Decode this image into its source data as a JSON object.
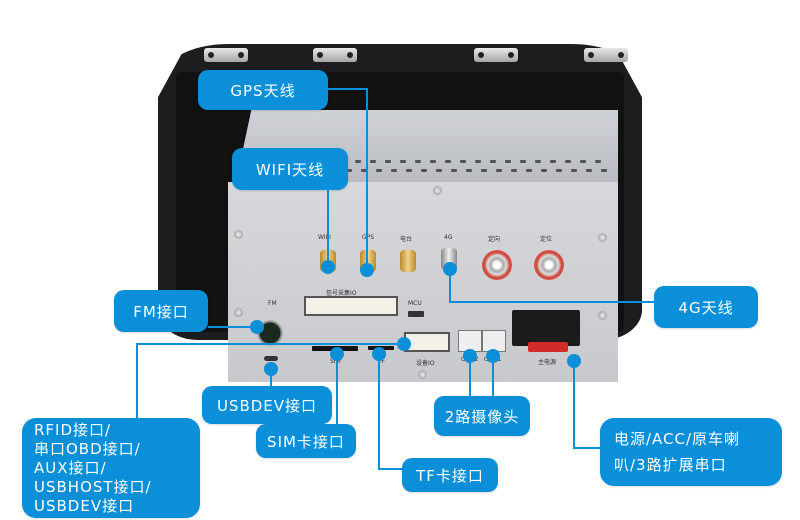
{
  "colors": {
    "callout_blue": "#0a8fd8",
    "device_black": "#1d1d1f",
    "panel_silver": "#cfd1d4"
  },
  "panel_labels": {
    "wifi": "WIFI",
    "gps": "GPS",
    "radio": "电台",
    "fourg": "4G",
    "direction": "定向",
    "position": "定位",
    "signal_io": "信号采集IO",
    "mcu": "MCU",
    "fm": "FM",
    "sim": "SIM",
    "tf": "TF",
    "device_io": "设备IO",
    "cam2": "CAM2",
    "cam1": "CAM1",
    "main_power": "主电源"
  },
  "callouts": {
    "gps": "GPS天线",
    "wifi": "WIFI天线",
    "fm": "FM接口",
    "fourg": "4G天线",
    "usbdev": "USBDEV接口",
    "sim": "SIM卡接口",
    "tf": "TF卡接口",
    "camera": "2路摄像头",
    "rfid_lines": [
      "RFID接口/",
      "串口OBD接口/",
      "AUX接口/",
      "USBHOST接口/",
      "USBDEV接口"
    ],
    "power_lines": [
      "电源/ACC/原车喇",
      "叭/3路扩展串口"
    ]
  }
}
